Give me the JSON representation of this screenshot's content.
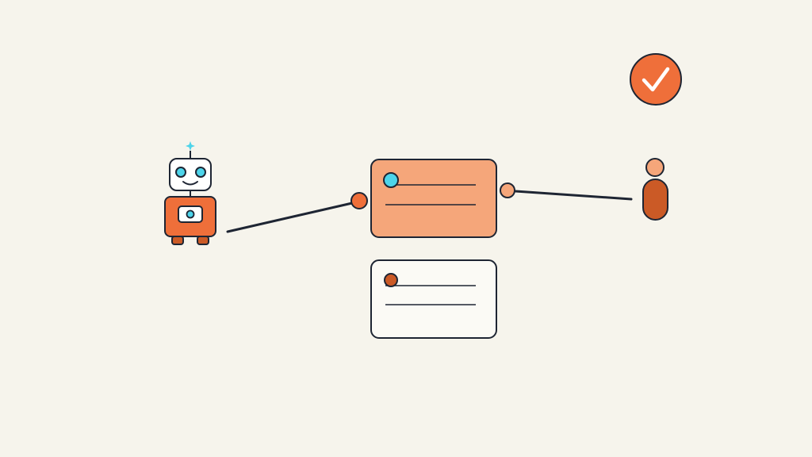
{
  "colors": {
    "background": "#f6f4ec",
    "outline": "#1e2533",
    "orange": "#ef6f3a",
    "orange_dark": "#cb5a26",
    "peach": "#f5a67a",
    "cyan": "#4dd4ea",
    "card_light": "#fbfaf5",
    "white": "#ffffff"
  },
  "diagram": {
    "agent": {
      "icon": "robot-icon"
    },
    "messages": [
      {
        "style": "highlighted",
        "dot": "cyan",
        "icon": "message-card-icon"
      },
      {
        "style": "plain",
        "dot": "orange_dark",
        "icon": "message-card-icon"
      }
    ],
    "recipient": {
      "icon": "person-icon"
    },
    "status": {
      "icon": "check-circle-icon",
      "state": "approved"
    }
  }
}
